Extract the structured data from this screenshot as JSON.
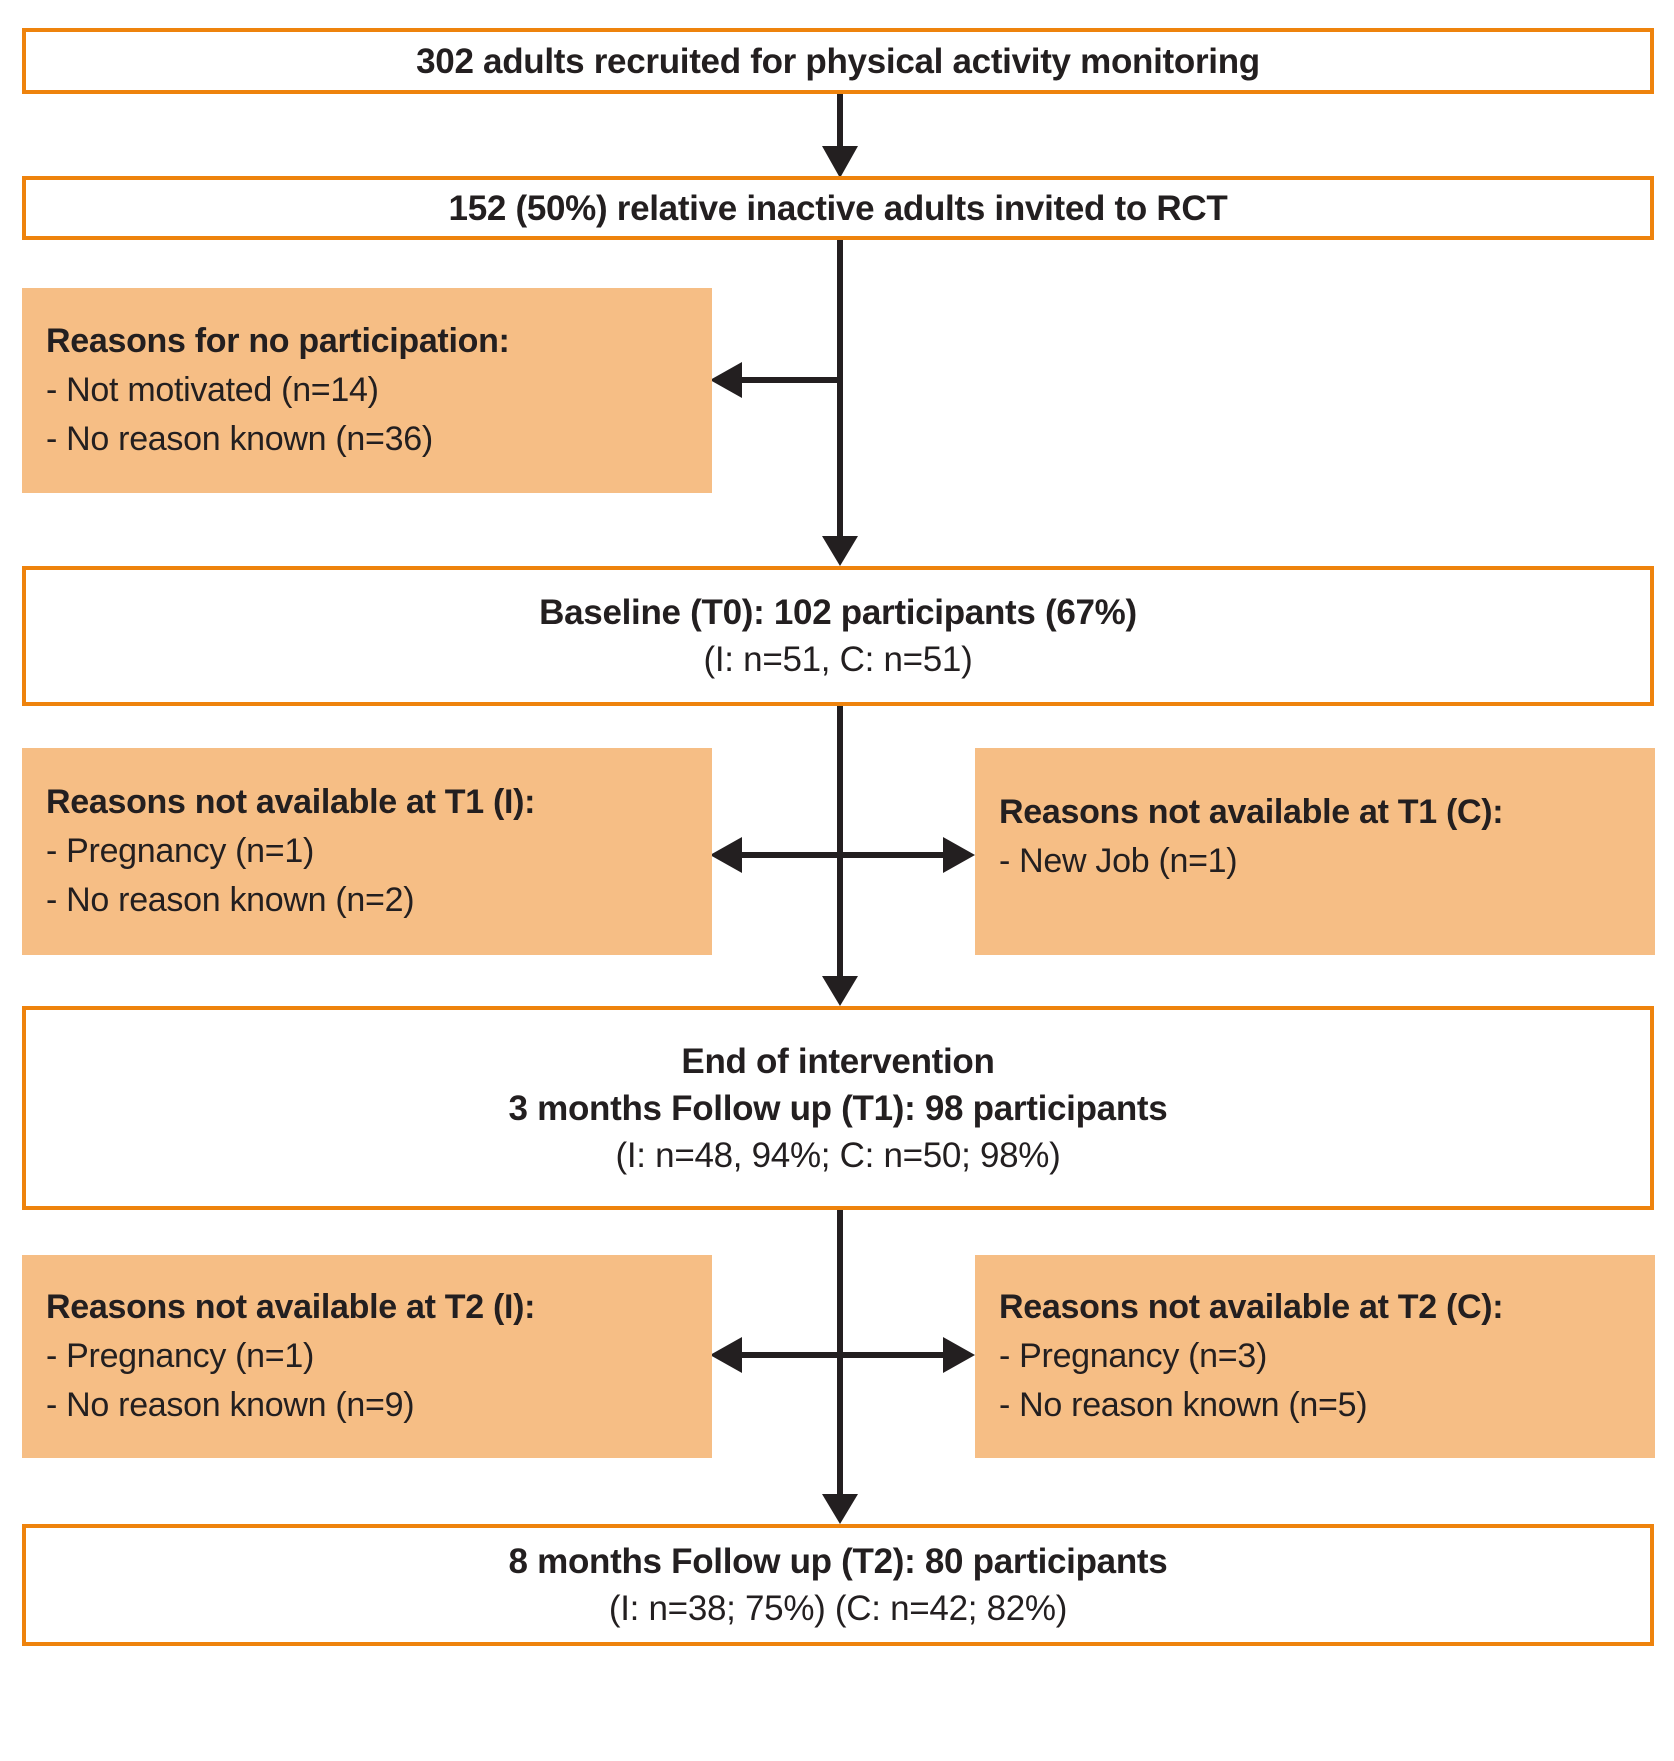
{
  "palette": {
    "border_orange": "#EE830D",
    "fill_orange": "#F6BE85",
    "arrow_black": "#231F20",
    "text_dark": "#231F20"
  },
  "flow": {
    "recruited": {
      "line1": "302 adults recruited for physical activity monitoring"
    },
    "invited": {
      "line1": "152 (50%) relative inactive adults invited to RCT"
    },
    "baseline": {
      "line1": "Baseline (T0): 102 participants (67%)",
      "line2": "(I: n=51, C: n=51)"
    },
    "end_of_intervention": {
      "line1": "End of intervention",
      "line2": "3 months Follow up (T1): 98 participants",
      "line3": "(I: n=48, 94%; C: n=50; 98%)"
    },
    "followup_8m": {
      "line1": "8 months Follow up (T2): 80 participants",
      "line2": "(I: n=38; 75%) (C: n=42; 82%)"
    }
  },
  "side_boxes": {
    "no_participation": {
      "title": "Reasons for no participation:",
      "items": [
        "- Not motivated (n=14)",
        "- No reason known (n=36)"
      ]
    },
    "t1_i": {
      "title": "Reasons not available at T1 (I):",
      "items": [
        "- Pregnancy (n=1)",
        "- No reason known (n=2)"
      ]
    },
    "t1_c": {
      "title": "Reasons not available at T1 (C):",
      "items": [
        "- New Job (n=1)"
      ]
    },
    "t2_i": {
      "title": "Reasons not available at T2 (I):",
      "items": [
        "- Pregnancy (n=1)",
        "- No reason known (n=9)"
      ]
    },
    "t2_c": {
      "title": "Reasons not available at T2 (C):",
      "items": [
        "- Pregnancy (n=3)",
        "- No reason known (n=5)"
      ]
    }
  }
}
